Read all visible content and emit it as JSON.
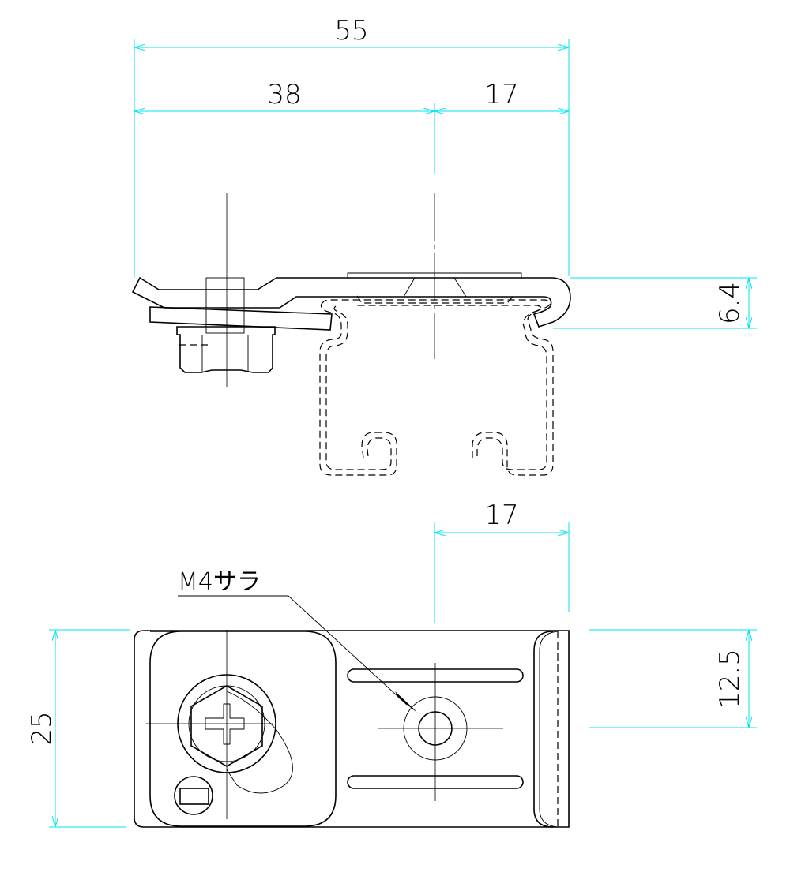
{
  "drawing": {
    "side_view": {
      "dimensions": {
        "overall_width": "55",
        "left_width": "38",
        "right_width": "17",
        "height": "6.4"
      }
    },
    "plan_view": {
      "dimensions": {
        "right_offset": "17",
        "overall_depth": "25",
        "half_depth": "12.5"
      },
      "callout": "M4サラ"
    },
    "colors": {
      "dimension_lines": "#00e5ee",
      "object_lines": "#000000"
    }
  }
}
